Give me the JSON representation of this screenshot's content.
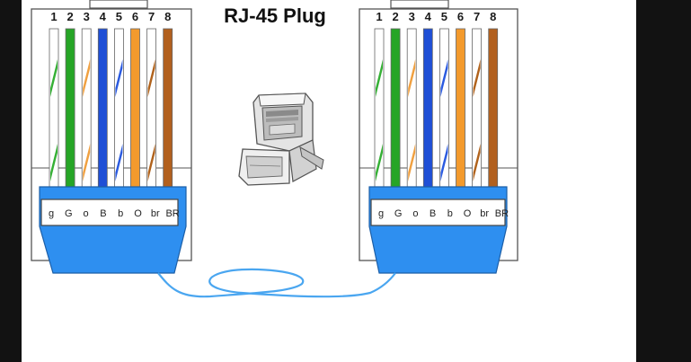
{
  "title": "RJ-45 Plug",
  "pin_numbers": [
    "1",
    "2",
    "3",
    "4",
    "5",
    "6",
    "7",
    "8"
  ],
  "wire_codes": [
    "g",
    "G",
    "o",
    "B",
    "b",
    "O",
    "br",
    "BR"
  ],
  "wires": [
    {
      "base": "#ffffff",
      "stripe": "#35b035"
    },
    {
      "base": "#26a526",
      "stripe": null
    },
    {
      "base": "#ffffff",
      "stripe": "#f0a040"
    },
    {
      "base": "#1f4fd6",
      "stripe": null
    },
    {
      "base": "#ffffff",
      "stripe": "#2a5ae0"
    },
    {
      "base": "#f39a2d",
      "stripe": null
    },
    {
      "base": "#ffffff",
      "stripe": "#b0621c"
    },
    {
      "base": "#b2601e",
      "stripe": null
    }
  ],
  "colors": {
    "boot": "#2e8ff0",
    "cable": "#4aa6f0",
    "outline": "#555555",
    "background": "#ffffff",
    "side_bars": "#121212"
  },
  "icons": {
    "center": "rj45-plug-icon"
  }
}
